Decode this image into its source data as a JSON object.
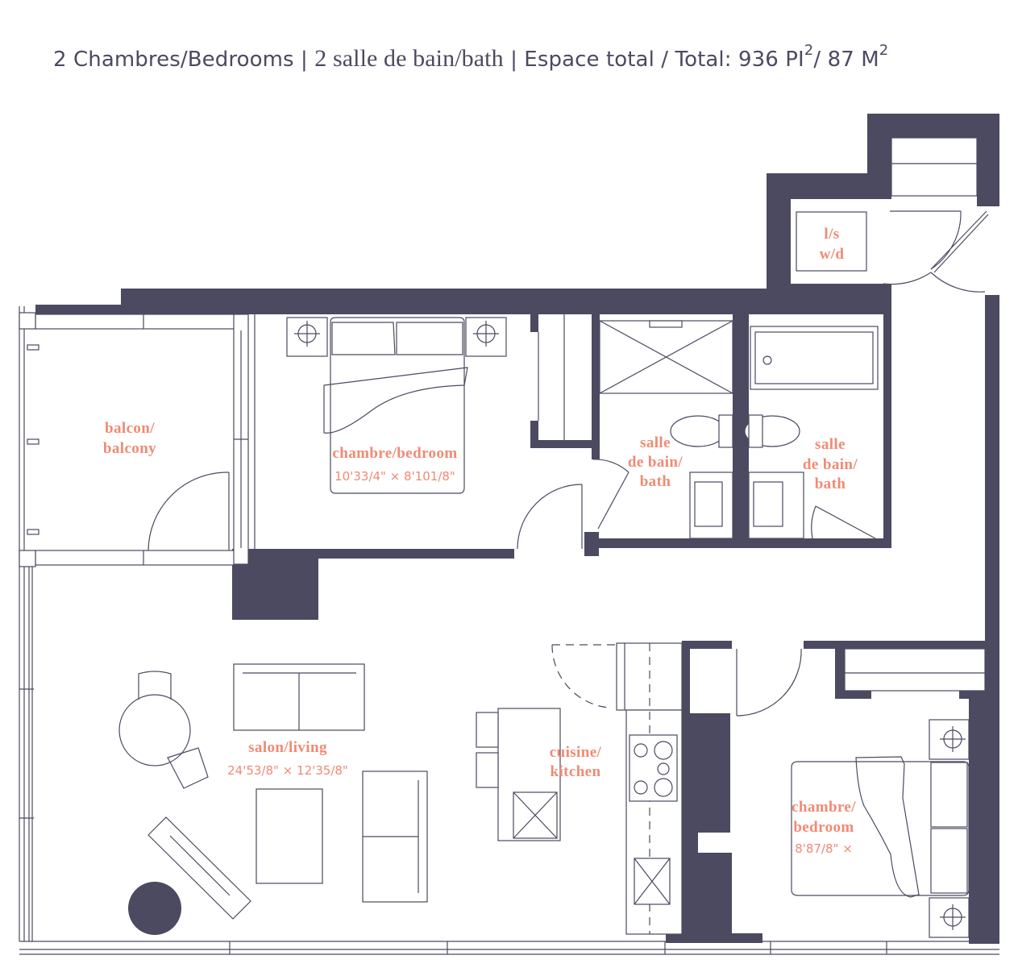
{
  "header": {
    "bedrooms": "2 Chambres/Bedrooms",
    "sep1": " | ",
    "baths": "2 salle de bain/bath",
    "sep2": " | ",
    "total_prefix": "Espace total / Total: 936 PI",
    "sup1": "2",
    "total_mid": "/ 87 M",
    "sup2": "2"
  },
  "colors": {
    "wall": "#4b4a61",
    "label": "#f08a74",
    "background": "#ffffff"
  },
  "rooms": {
    "balcony": {
      "line1": "balcon/",
      "line2": "balcony"
    },
    "bedroom1": {
      "label": "chambre/bedroom",
      "dims": "10'33/4\" × 8'101/8\""
    },
    "bath1": {
      "line1": "salle",
      "line2": "de bain/",
      "line3": "bath"
    },
    "bath2": {
      "line1": "salle",
      "line2": "de bain/",
      "line3": "bath"
    },
    "laundry": {
      "line1": "l/s",
      "line2": "w/d"
    },
    "living": {
      "label": "salon/living",
      "dims": "24'53/8\" × 12'35/8\""
    },
    "kitchen": {
      "line1": "cuisine/",
      "line2": "kitchen"
    },
    "bedroom2": {
      "line1": "chambre/",
      "line2": "bedroom",
      "dims": "8'87/8\" ×"
    }
  }
}
